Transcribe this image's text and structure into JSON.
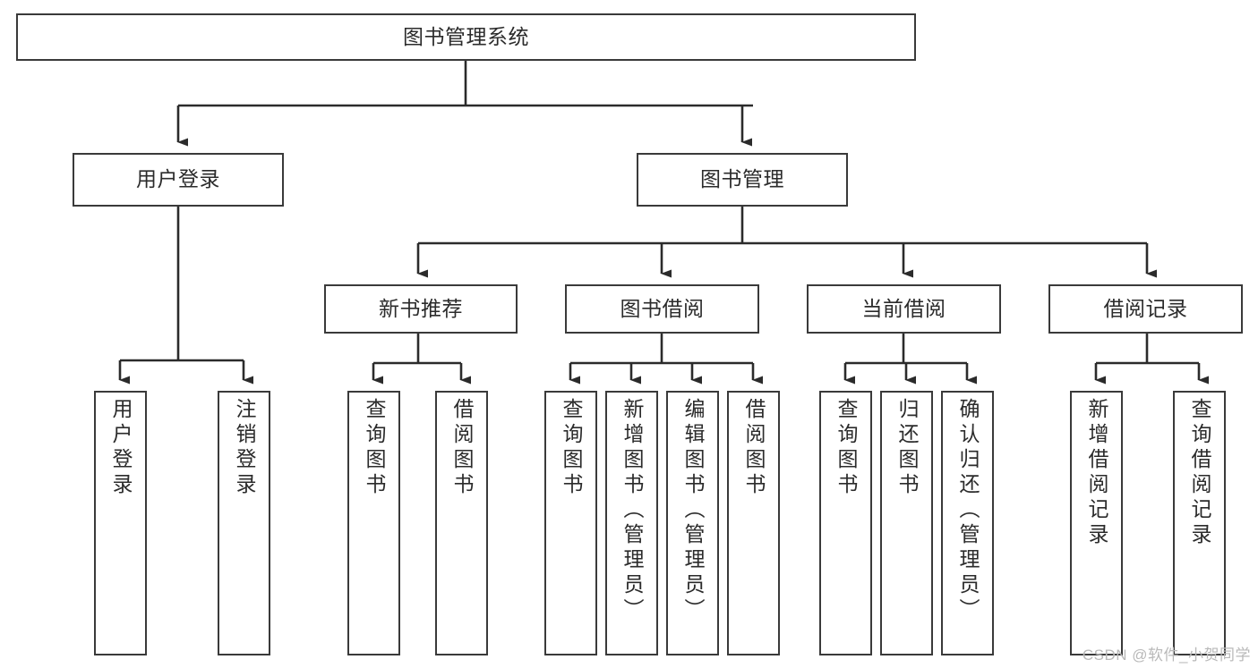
{
  "diagram": {
    "title": "图书管理系统",
    "type": "tree",
    "root": {
      "label": "图书管理系统"
    },
    "level2": [
      {
        "label": "用户登录"
      },
      {
        "label": "图书管理"
      }
    ],
    "level3": [
      {
        "label": "新书推荐"
      },
      {
        "label": "图书借阅"
      },
      {
        "label": "当前借阅"
      },
      {
        "label": "借阅记录"
      }
    ],
    "leaves": {
      "user_login": [
        {
          "label": "用户登录"
        },
        {
          "label": "注销登录"
        }
      ],
      "new_book_recommend": [
        {
          "label": "查询图书"
        },
        {
          "label": "借阅图书"
        }
      ],
      "book_borrow": [
        {
          "label": "查询图书"
        },
        {
          "label": "新增图书（管理员）"
        },
        {
          "label": "编辑图书（管理员）"
        },
        {
          "label": "借阅图书"
        }
      ],
      "current_borrow": [
        {
          "label": "查询图书"
        },
        {
          "label": "归还图书"
        },
        {
          "label": "确认归还（管理员）"
        }
      ],
      "borrow_record": [
        {
          "label": "新增借阅记录"
        },
        {
          "label": "查询借阅记录"
        }
      ]
    },
    "watermark": "CSDN @软件_小贺同学",
    "colors": {
      "box_border": "#3a3a3a",
      "box_fill": "#ffffff",
      "connector": "#2b2b2b",
      "text": "#2b2b2b",
      "watermark": "#b9b9b9"
    }
  }
}
